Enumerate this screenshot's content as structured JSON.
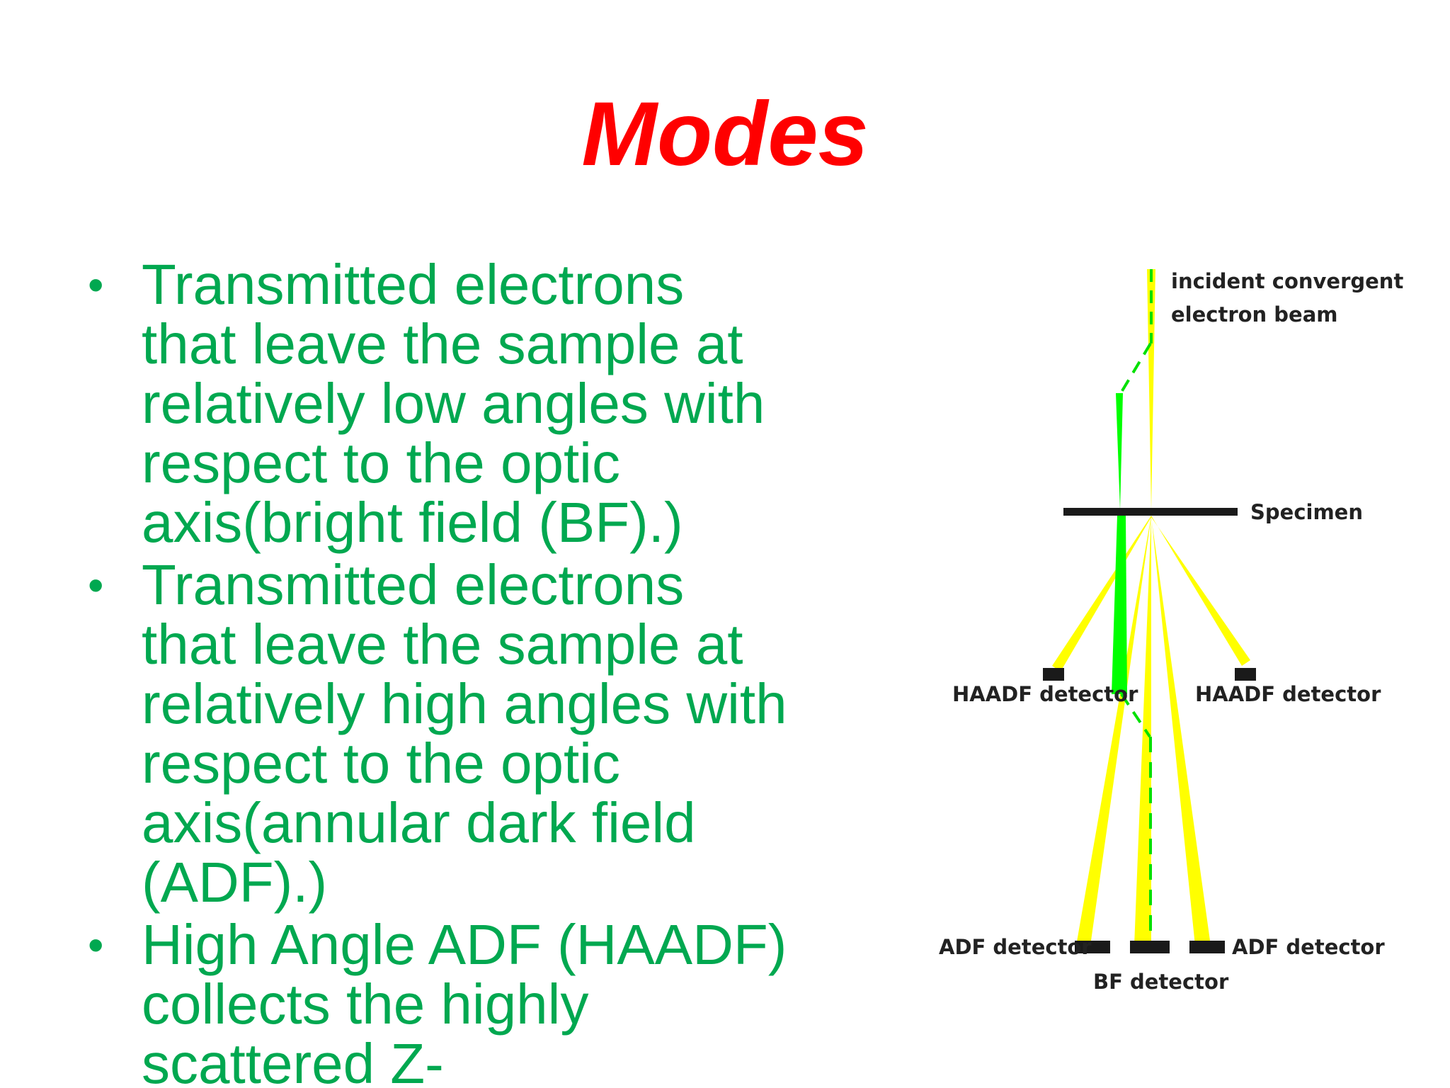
{
  "slide": {
    "title": "Modes",
    "bullets": [
      "Transmitted electrons that leave the sample at relatively low angles with respect to the optic axis(bright field (BF).)",
      "Transmitted electrons that leave the sample at relatively high angles with respect to the optic axis(annular dark field (ADF).)",
      "High Angle ADF (HAADF) collects the highly scattered Z-"
    ]
  },
  "diagram": {
    "labels": {
      "incident_line1": "incident convergent",
      "incident_line2": "electron beam",
      "specimen": "Specimen",
      "haadf_left": "HAADF detector",
      "haadf_right": "HAADF detector",
      "adf_left": "ADF detector",
      "adf_right": "ADF detector",
      "bf": "BF detector"
    },
    "colors": {
      "title": "#ff0000",
      "text": "#00a850",
      "beam_yellow": "#ffff00",
      "beam_green": "#00ff00",
      "detector": "#1a1a1a"
    }
  }
}
